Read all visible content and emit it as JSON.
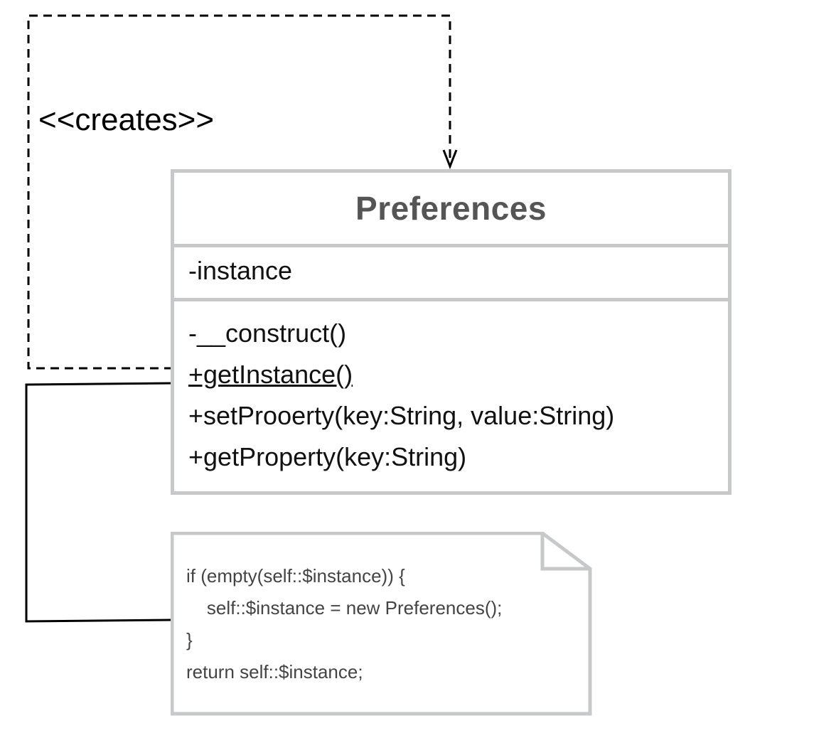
{
  "relationship": {
    "stereotype": "<<creates>>"
  },
  "class": {
    "name": "Preferences",
    "attributes": [
      "-instance"
    ],
    "operations": [
      "-__construct()",
      "+getInstance()",
      "+setProoerty(key:String, value:String)",
      "+getProperty(key:String)"
    ]
  },
  "note": {
    "lines": [
      "if (empty(self::$instance)) {",
      "    self::$instance = new Preferences();",
      "}",
      "return self::$instance;"
    ]
  },
  "colors": {
    "border": "#c6c8c9",
    "class_name": "#555555",
    "text": "#111111",
    "note_text": "#444444",
    "connector": "#000000"
  }
}
